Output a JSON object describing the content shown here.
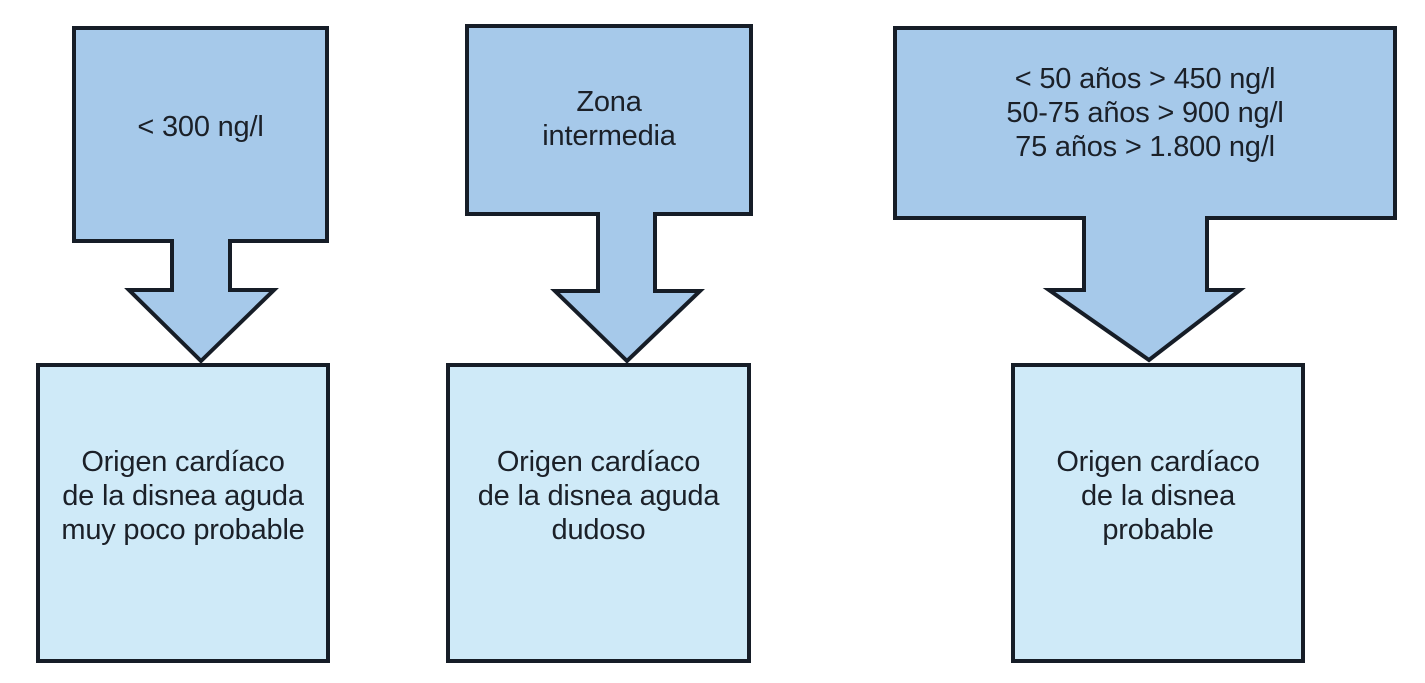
{
  "diagram": {
    "type": "flowchart",
    "orientation": "three parallel vertical branches, each: decision-value box, down arrow, conclusion box",
    "colors": {
      "top_box_fill": "#a6c9ea",
      "bottom_box_fill": "#cfeaf8",
      "arrow_fill": "#a6c9ea",
      "outline": "#161d27",
      "text": "#1b2028",
      "background": "#ffffff"
    },
    "columns": [
      {
        "id": "column-1",
        "top_box": {
          "label": "< 300 ng/l",
          "lines": [
            "< 300 ng/l"
          ]
        },
        "arrow": {
          "direction": "down",
          "name": "down-arrow-icon"
        },
        "bottom_box": {
          "label": "Origen cardíaco\nde la disnea aguda\nmuy poco probable",
          "lines": [
            "Origen cardíaco",
            "de la disnea aguda",
            "muy poco probable"
          ]
        }
      },
      {
        "id": "column-2",
        "top_box": {
          "label": "Zona\nintermedia",
          "lines": [
            "Zona",
            "intermedia"
          ]
        },
        "arrow": {
          "direction": "down",
          "name": "down-arrow-icon"
        },
        "bottom_box": {
          "label": "Origen cardíaco\nde la disnea aguda\ndudoso",
          "lines": [
            "Origen cardíaco",
            "de la disnea aguda",
            "dudoso"
          ]
        }
      },
      {
        "id": "column-3",
        "top_box": {
          "label": "< 50 años > 450 ng/l\n50-75 años > 900 ng/l\n75 años > 1.800 ng/l",
          "lines": [
            "< 50 años > 450 ng/l",
            "50-75 años > 900 ng/l",
            "75 años > 1.800 ng/l"
          ]
        },
        "arrow": {
          "direction": "down",
          "name": "down-arrow-icon"
        },
        "bottom_box": {
          "label": "Origen cardíaco\nde la disnea\nprobable",
          "lines": [
            "Origen cardíaco",
            "de la disnea",
            "probable"
          ]
        }
      }
    ]
  }
}
